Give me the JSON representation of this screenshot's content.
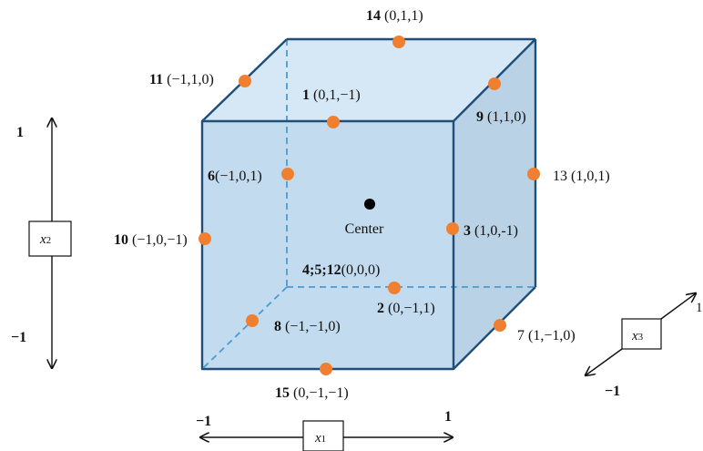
{
  "points": [
    {
      "id": "14",
      "coord": "(0,1,1)"
    },
    {
      "id": "11",
      "coord": "(−1,1,0)"
    },
    {
      "id": "1",
      "coord": "(0,1,−1)"
    },
    {
      "id": "9",
      "coord": "(1,1,0)"
    },
    {
      "id": "6",
      "coord": "(−1,0,1)"
    },
    {
      "id": "13",
      "coord": "(1,0,1)"
    },
    {
      "id": "10",
      "coord": "(−1,0,−1)"
    },
    {
      "id": "3",
      "coord": "(1,0,-1)"
    },
    {
      "id": "4;5;12",
      "coord": "(0,0,0)"
    },
    {
      "id": "2",
      "coord": "(0,−1,1)"
    },
    {
      "id": "8",
      "coord": "(−1,−1,0)"
    },
    {
      "id": "7",
      "coord": "(1,−1,0)"
    },
    {
      "id": "15",
      "coord": "(0,−1,−1)"
    }
  ],
  "center_label": "Center",
  "axes": {
    "x1": {
      "label": "x",
      "sub": "1",
      "min": "−1",
      "max": "1"
    },
    "x2": {
      "label": "x",
      "sub": "2",
      "min": "−1",
      "max": "1"
    },
    "x3": {
      "label": "x",
      "sub": "3",
      "min": "−1",
      "max": "1"
    }
  },
  "colors": {
    "cube_edge": "#1f4e79",
    "point": "#f08030",
    "front_face": "#c3dbee",
    "top_face": "#d6e7f5",
    "side_face": "#b9d2e6",
    "hidden_edge": "#4a9bd4"
  }
}
